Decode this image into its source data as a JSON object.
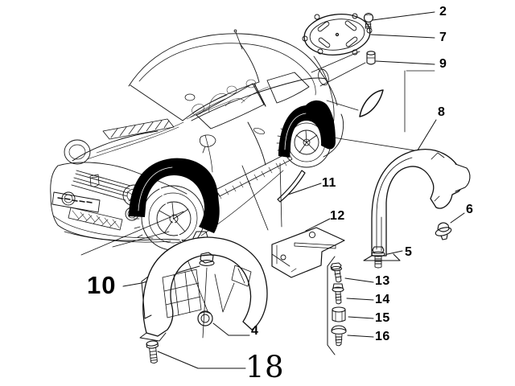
{
  "diagram": {
    "kind": "exploded-parts-line-drawing",
    "subject": "hatchback car with front and rear wheelhouse liners, shields and fasteners",
    "highlighted_parts": [
      "front-wheel-arch-liner",
      "rear-wheel-arch-liner"
    ]
  },
  "colors": {
    "background": "#ffffff",
    "line": "#111111",
    "highlight_fill": "#000000",
    "label_text": "#000000"
  },
  "callouts": [
    {
      "id": "2",
      "part": "screw"
    },
    {
      "id": "7",
      "part": "cover-plate"
    },
    {
      "id": "9",
      "part": "grommet"
    },
    {
      "id": "8",
      "part": "rear-wheelhouse-liner"
    },
    {
      "id": "6",
      "part": "push-clip"
    },
    {
      "id": "5",
      "part": "flanged-bolt"
    },
    {
      "id": "13",
      "part": "hex-bolt"
    },
    {
      "id": "14",
      "part": "washer-bolt"
    },
    {
      "id": "15",
      "part": "spacer-bush"
    },
    {
      "id": "16",
      "part": "dome-head-screw"
    },
    {
      "id": "11",
      "part": "seal-strip"
    },
    {
      "id": "12",
      "part": "shield-panel"
    },
    {
      "id": "4",
      "part": "grommet-nut"
    },
    {
      "id": "10",
      "part": "flanged-nut"
    },
    {
      "id": "18",
      "part": "self-tapping-screw"
    }
  ]
}
